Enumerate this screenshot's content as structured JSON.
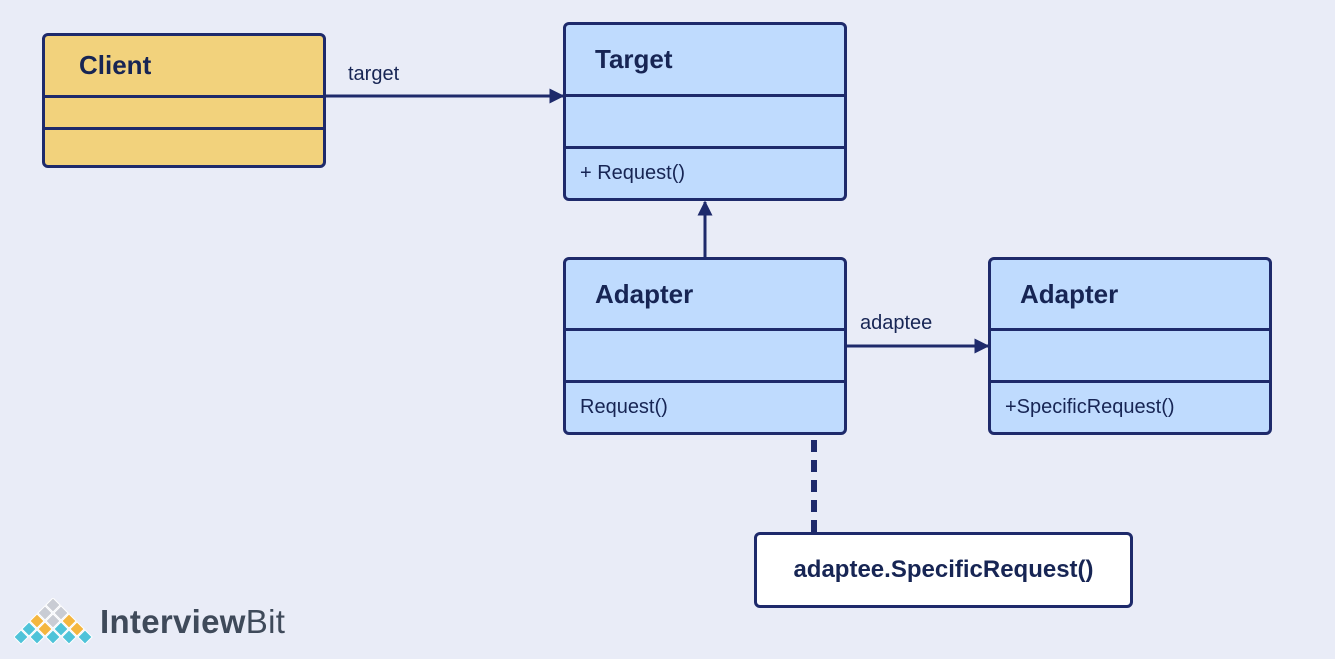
{
  "diagram": {
    "client": {
      "name": "Client",
      "operation": ""
    },
    "target": {
      "name": "Target",
      "operation": "+ Request()"
    },
    "adapter": {
      "name": "Adapter",
      "operation": "Request()"
    },
    "adaptee": {
      "name": "Adapter",
      "operation": "+SpecificRequest()"
    },
    "association_target_label": "target",
    "association_adaptee_label": "adaptee",
    "note": "adaptee.SpecificRequest()"
  },
  "branding": {
    "logo_part1": "Interview",
    "logo_part2": "Bit"
  },
  "colors": {
    "background": "#e9ecf7",
    "class_fill": "#bfdbfe",
    "client_fill": "#f2d27c",
    "stroke": "#1e2a6b",
    "note_fill": "#ffffff"
  }
}
